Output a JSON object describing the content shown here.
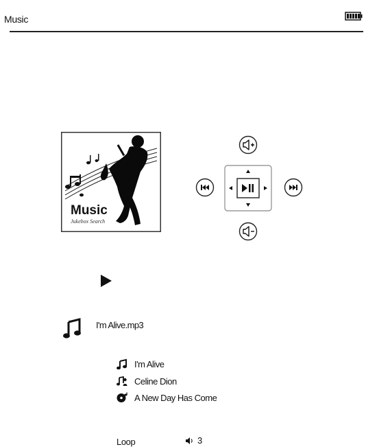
{
  "header": {
    "title": "Music"
  },
  "album_art": {
    "title": "Music",
    "subtitle": "Jukebox Search"
  },
  "now_playing": {
    "filename": "I'm Alive.mp3",
    "song": "I'm Alive",
    "artist": "Celine Dion",
    "album": "A New Day Has Come"
  },
  "playback": {
    "loop_label": "Loop",
    "volume": "3"
  }
}
